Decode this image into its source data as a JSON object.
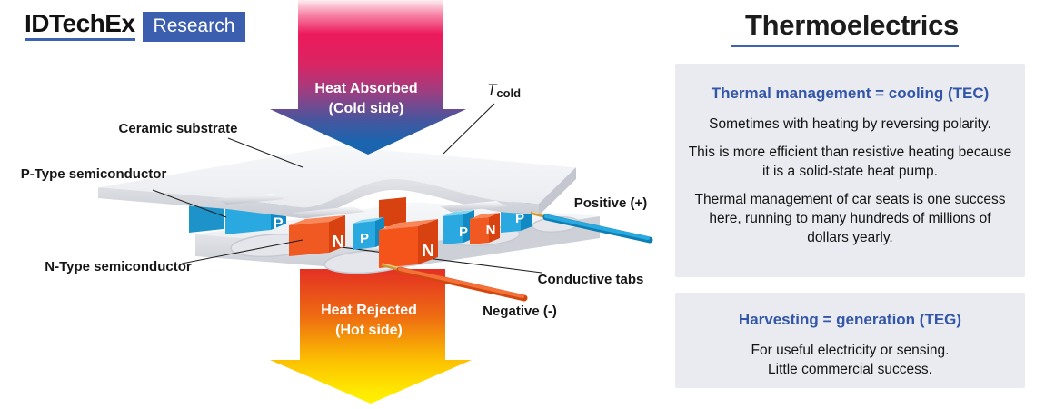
{
  "logo": {
    "brand": "IDTechEx",
    "sub": "Research"
  },
  "panel": {
    "title": "Thermoelectrics",
    "boxes": [
      {
        "heading": "Thermal management = cooling (TEC)",
        "paragraphs": [
          "Sometimes with heating by reversing polarity.",
          "This is more efficient than resistive heating because it is a solid-state heat pump.",
          "Thermal management of car seats is one success here, running to many hundreds of millions of dollars yearly."
        ]
      },
      {
        "heading": "Harvesting = generation (TEG)",
        "paragraphs": [
          "For useful electricity or sensing.",
          "Little commercial success."
        ]
      }
    ]
  },
  "diagram": {
    "arrows": {
      "top": {
        "line1": "Heat Absorbed",
        "line2": "(Cold side)"
      },
      "bottom": {
        "line1": "Heat Rejected",
        "line2": "(Hot side)"
      }
    },
    "labels": {
      "ceramic": "Ceramic substrate",
      "p_type": "P-Type semiconductor",
      "n_type": "N-Type semiconductor",
      "t_symbol": "T",
      "t_sub": "cold",
      "positive": "Positive (+)",
      "conductive": "Conductive tabs",
      "negative": "Negative (-)"
    },
    "blocks": [
      {
        "letter": "P"
      },
      {
        "letter": "N"
      },
      {
        "letter": "P"
      },
      {
        "letter": "N"
      },
      {
        "letter": "P"
      },
      {
        "letter": "N"
      },
      {
        "letter": "P"
      }
    ],
    "colors": {
      "p_block": "#29a9e0",
      "n_block": "#f05a22",
      "cold_start": "#ec1a5c",
      "cold_end": "#1b64ae",
      "hot_start": "#e63226",
      "hot_end": "#ffee00",
      "wire_positive": "#1b9cd8",
      "wire_negative": "#f4662a",
      "accent_blue": "#3c63b0"
    }
  }
}
